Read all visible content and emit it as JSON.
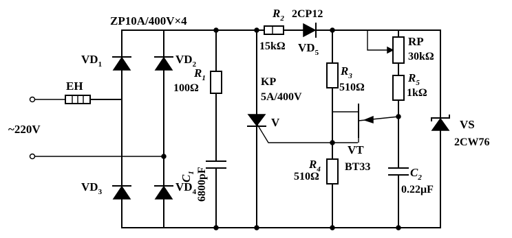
{
  "labels": {
    "bridge": "ZP10A/400V×4",
    "vd1": "VD",
    "vd1_sub": "1",
    "vd2": "VD",
    "vd2_sub": "2",
    "vd3": "VD",
    "vd3_sub": "3",
    "vd4": "VD",
    "vd4_sub": "4",
    "eh": "EH",
    "ac": "~220V",
    "r1": "R",
    "r1_sub": "1",
    "r1_val": "100Ω",
    "c1": "C",
    "c1_sub": "1",
    "c1_val": "6800pF",
    "r2": "R",
    "r2_sub": "2",
    "r2_val": "15kΩ",
    "vd5_part": "2CP12",
    "vd5": "VD",
    "vd5_sub": "5",
    "kp": "KP",
    "kp_val": "5A/400V",
    "scr": "V",
    "r3": "R",
    "r3_sub": "3",
    "r3_val": "510Ω",
    "r4": "R",
    "r4_sub": "4",
    "r4_val": "510Ω",
    "vt": "VT",
    "vt_part": "BT33",
    "rp": "RP",
    "rp_val": "30kΩ",
    "r5": "R",
    "r5_sub": "5",
    "r5_val": "1kΩ",
    "c2": "C",
    "c2_sub": "2",
    "c2_val": "0.22μF",
    "vs": "VS",
    "vs_part": "2CW76"
  }
}
